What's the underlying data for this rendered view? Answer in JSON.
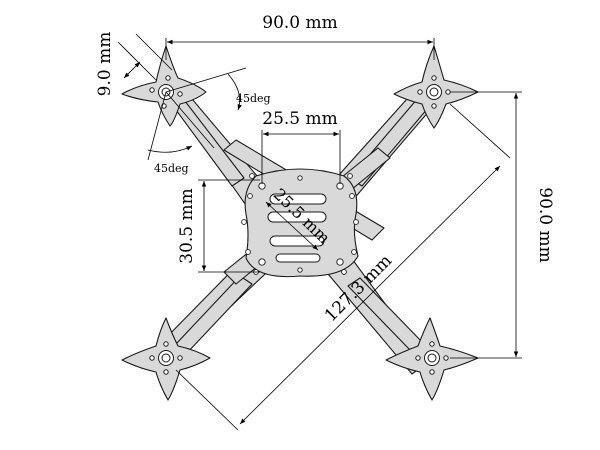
{
  "diagram": {
    "title": "",
    "colors": {
      "frame_fill": "#d9d9d9",
      "frame_stroke": "#1a1a1a",
      "dimension_line": "#000000",
      "background": "#ffffff"
    },
    "labels": {
      "top_width": "90.0 mm",
      "right_height": "90.0 mm",
      "arm_width": "9.0 mm",
      "arm_angle_upper": "45deg",
      "arm_angle_lower": "45deg",
      "stack_width": "25.5 mm",
      "stack_height": "30.5 mm",
      "stack_diagonal": "25.5 mm",
      "motor_diagonal": "127.3 mm"
    }
  }
}
